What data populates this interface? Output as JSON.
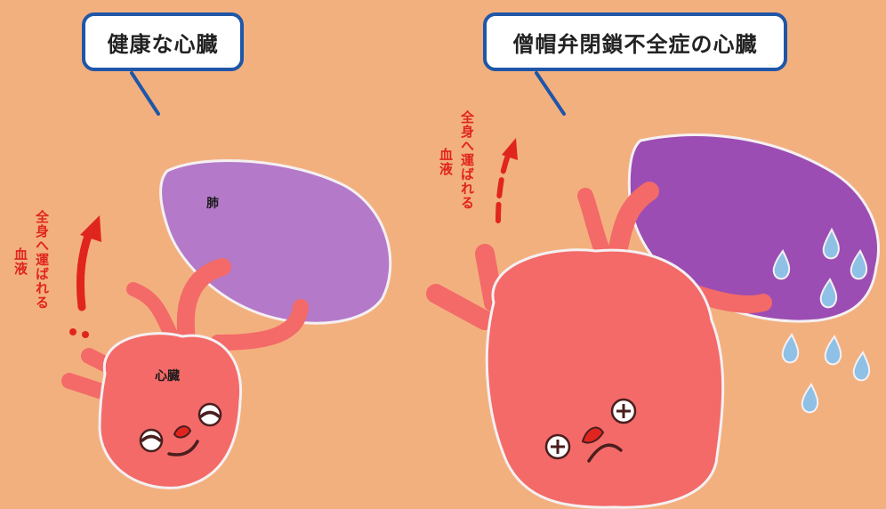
{
  "panels": {
    "left": {
      "title": "健康な心臓",
      "flow_label_1": "全身へ運ばれる",
      "flow_label_2": "血液",
      "lung_label": "肺",
      "heart_label": "心臓"
    },
    "right": {
      "title": "僧帽弁閉鎖不全症の心臓",
      "flow_label_1": "全身へ運ばれる",
      "flow_label_2": "血液"
    }
  },
  "colors": {
    "background": "#f3b07f",
    "bubble_border": "#1f56a8",
    "heart": "#f36a68",
    "lung": "#b075c8",
    "lung_congested": "#9a4bb0",
    "arrow": "#e0251f",
    "droplet": "#8fc0e6"
  },
  "icons": {
    "left_heart_face": "smiling-face-icon",
    "right_heart_face": "worried-face-icon",
    "right_heart_marks": "plus-mark-icon",
    "fluid": "water-droplet-icon"
  }
}
